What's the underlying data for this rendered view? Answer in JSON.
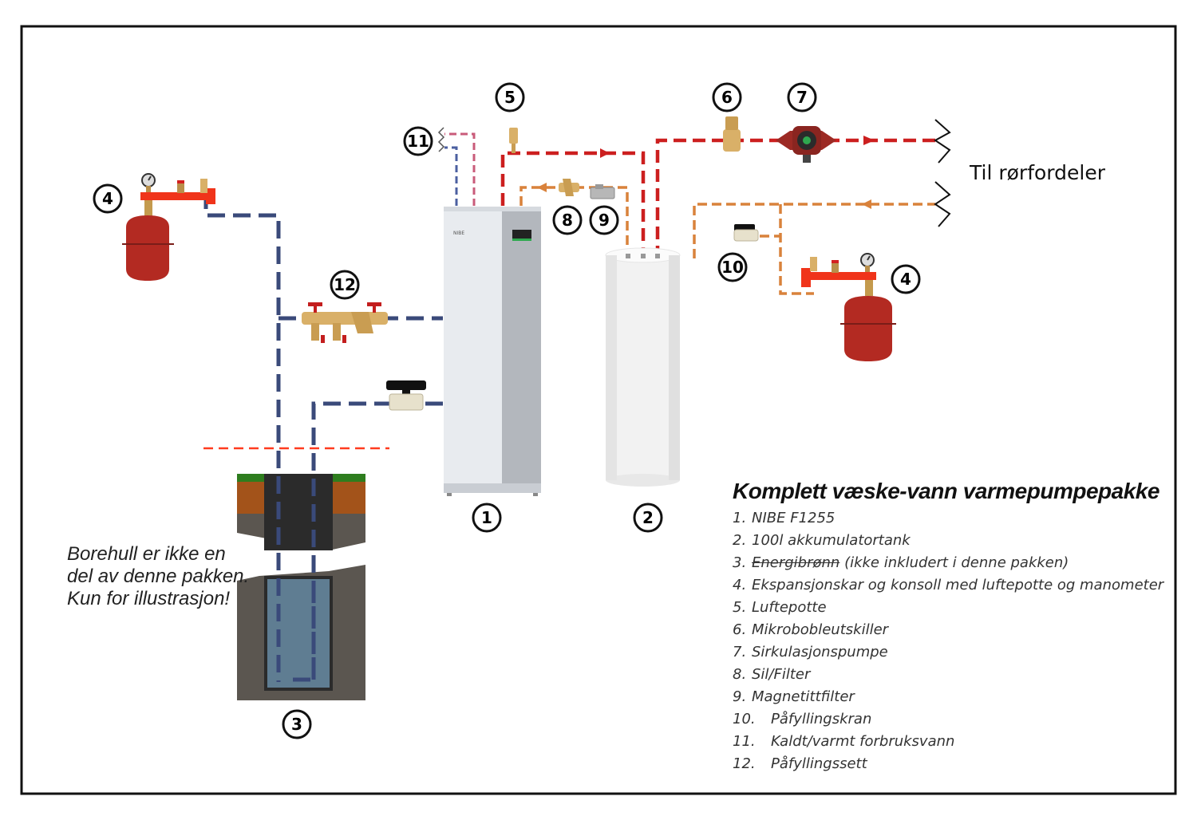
{
  "destination_label": "Til rørfordeler",
  "borehole_note": [
    "Borehull er ikke en",
    "del av denne pakken.",
    "Kun for illustrasjon!"
  ],
  "callouts": {
    "c1": "1",
    "c2": "2",
    "c3": "3",
    "c4a": "4",
    "c4b": "4",
    "c5": "5",
    "c6": "6",
    "c7": "7",
    "c8": "8",
    "c9": "9",
    "c10": "10",
    "c11": "11",
    "c12": "12"
  },
  "brand_mark": "NIBE",
  "legend": {
    "title": "Komplett væske-vann varmepumpepakke",
    "items": [
      {
        "num": "1.",
        "text": "NIBE F1255"
      },
      {
        "num": "2.",
        "text": "100l akkumulatortank"
      },
      {
        "num": "3.",
        "struck": "Energibrønn",
        "text": " (ikke inkludert i denne pakken)"
      },
      {
        "num": "4.",
        "text": "Ekspansjonskar og konsoll med luftepotte og manometer"
      },
      {
        "num": "5.",
        "text": "Luftepotte"
      },
      {
        "num": "6.",
        "text": "Mikrobobleutskiller"
      },
      {
        "num": "7.",
        "text": "Sirkulasjonspumpe"
      },
      {
        "num": "8.",
        "text": "Sil/Filter"
      },
      {
        "num": "9.",
        "text": "Magnetittfilter"
      },
      {
        "num": "10.",
        "text": "Påfyllingskran"
      },
      {
        "num": "11.",
        "text": "Kaldt/varmt forbruksvann"
      },
      {
        "num": "12.",
        "text": "Påfyllingssett"
      }
    ]
  },
  "colors": {
    "brine_pipe": "#3a4a7a",
    "hot_pipe": "#cc1f1f",
    "return_pipe": "#d9823b",
    "expansion_vessel": "#b32a22",
    "ground_line": "#ff3b1f",
    "brass": "#d9b068"
  }
}
